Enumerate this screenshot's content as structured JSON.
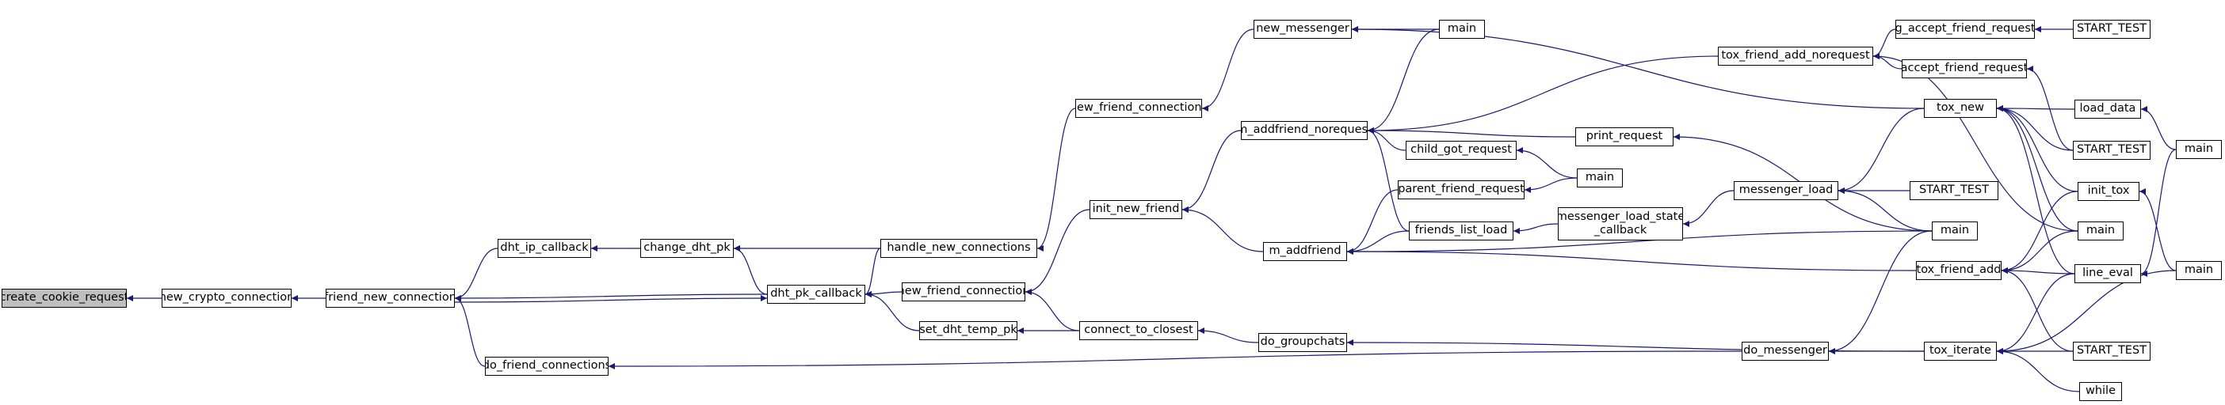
{
  "colors": {
    "edge": "#191970",
    "node_border": "#000000",
    "node_fill": "#ffffff",
    "root_fill": "#bfbfbf"
  },
  "nodes": [
    {
      "id": "create_cookie_request",
      "label": "create_cookie_request",
      "root": true
    },
    {
      "id": "new_crypto_connection",
      "label": "new_crypto_connection"
    },
    {
      "id": "friend_new_connection",
      "label": "friend_new_connection"
    },
    {
      "id": "dht_ip_callback",
      "label": "dht_ip_callback"
    },
    {
      "id": "change_dht_pk",
      "label": "change_dht_pk"
    },
    {
      "id": "dht_pk_callback",
      "label": "dht_pk_callback"
    },
    {
      "id": "do_friend_connections",
      "label": "do_friend_connections"
    },
    {
      "id": "handle_new_connections",
      "label": "handle_new_connections"
    },
    {
      "id": "new_friend_connection",
      "label": "new_friend_connection"
    },
    {
      "id": "set_dht_temp_pk",
      "label": "set_dht_temp_pk"
    },
    {
      "id": "new_friend_connections",
      "label": "new_friend_connections"
    },
    {
      "id": "init_new_friend",
      "label": "init_new_friend"
    },
    {
      "id": "connect_to_closest",
      "label": "connect_to_closest"
    },
    {
      "id": "new_messenger",
      "label": "new_messenger"
    },
    {
      "id": "m_addfriend_norequest",
      "label": "m_addfriend_norequest"
    },
    {
      "id": "m_addfriend",
      "label": "m_addfriend"
    },
    {
      "id": "do_groupchats",
      "label": "do_groupchats"
    },
    {
      "id": "main_a",
      "label": "main"
    },
    {
      "id": "child_got_request",
      "label": "child_got_request"
    },
    {
      "id": "parent_friend_request",
      "label": "parent_friend_request"
    },
    {
      "id": "friends_list_load",
      "label": "friends_list_load"
    },
    {
      "id": "main_b",
      "label": "main"
    },
    {
      "id": "print_request",
      "label": "print_request"
    },
    {
      "id": "messenger_load_state_callback",
      "label": "messenger_load_state\n_callback"
    },
    {
      "id": "tox_friend_add_norequest",
      "label": "tox_friend_add_norequest"
    },
    {
      "id": "messenger_load",
      "label": "messenger_load"
    },
    {
      "id": "do_messenger",
      "label": "do_messenger"
    },
    {
      "id": "main_c",
      "label": "main"
    },
    {
      "id": "tox_friend_add",
      "label": "tox_friend_add"
    },
    {
      "id": "g_accept_friend_request",
      "label": "g_accept_friend_request"
    },
    {
      "id": "accept_friend_request",
      "label": "accept_friend_request"
    },
    {
      "id": "tox_new",
      "label": "tox_new"
    },
    {
      "id": "start_test_1",
      "label": "START_TEST"
    },
    {
      "id": "start_test_2",
      "label": "START_TEST"
    },
    {
      "id": "tox_iterate",
      "label": "tox_iterate"
    },
    {
      "id": "start_test_3",
      "label": "START_TEST"
    },
    {
      "id": "load_data",
      "label": "load_data"
    },
    {
      "id": "start_test_4",
      "label": "START_TEST"
    },
    {
      "id": "init_tox",
      "label": "init_tox"
    },
    {
      "id": "main_d",
      "label": "main"
    },
    {
      "id": "line_eval",
      "label": "line_eval"
    },
    {
      "id": "start_test_5",
      "label": "START_TEST"
    },
    {
      "id": "while",
      "label": "while"
    },
    {
      "id": "main_e",
      "label": "main"
    },
    {
      "id": "main_f",
      "label": "main"
    }
  ],
  "edges": [
    [
      "new_crypto_connection",
      "create_cookie_request"
    ],
    [
      "friend_new_connection",
      "new_crypto_connection"
    ],
    [
      "dht_ip_callback",
      "friend_new_connection"
    ],
    [
      "dht_pk_callback",
      "friend_new_connection"
    ],
    [
      "friend_new_connection",
      "dht_pk_callback"
    ],
    [
      "do_friend_connections",
      "friend_new_connection"
    ],
    [
      "change_dht_pk",
      "dht_ip_callback"
    ],
    [
      "dht_pk_callback",
      "change_dht_pk"
    ],
    [
      "handle_new_connections",
      "change_dht_pk"
    ],
    [
      "handle_new_connections",
      "dht_pk_callback"
    ],
    [
      "new_friend_connection",
      "dht_pk_callback"
    ],
    [
      "set_dht_temp_pk",
      "dht_pk_callback"
    ],
    [
      "do_messenger",
      "do_friend_connections"
    ],
    [
      "new_friend_connections",
      "handle_new_connections"
    ],
    [
      "init_new_friend",
      "new_friend_connection"
    ],
    [
      "connect_to_closest",
      "new_friend_connection"
    ],
    [
      "connect_to_closest",
      "set_dht_temp_pk"
    ],
    [
      "new_messenger",
      "new_friend_connections"
    ],
    [
      "m_addfriend_norequest",
      "init_new_friend"
    ],
    [
      "m_addfriend",
      "init_new_friend"
    ],
    [
      "do_groupchats",
      "connect_to_closest"
    ],
    [
      "main_a",
      "new_messenger"
    ],
    [
      "tox_new",
      "new_messenger"
    ],
    [
      "main_a",
      "m_addfriend_norequest"
    ],
    [
      "tox_friend_add_norequest",
      "m_addfriend_norequest"
    ],
    [
      "print_request",
      "m_addfriend_norequest"
    ],
    [
      "child_got_request",
      "m_addfriend_norequest"
    ],
    [
      "friends_list_load",
      "m_addfriend_norequest"
    ],
    [
      "parent_friend_request",
      "m_addfriend"
    ],
    [
      "friends_list_load",
      "m_addfriend"
    ],
    [
      "main_c",
      "m_addfriend"
    ],
    [
      "tox_friend_add",
      "m_addfriend"
    ],
    [
      "tox_iterate",
      "do_groupchats"
    ],
    [
      "main_b",
      "child_got_request"
    ],
    [
      "main_b",
      "parent_friend_request"
    ],
    [
      "messenger_load_state_callback",
      "friends_list_load"
    ],
    [
      "main_c",
      "print_request"
    ],
    [
      "messenger_load",
      "messenger_load_state_callback"
    ],
    [
      "g_accept_friend_request",
      "tox_friend_add_norequest"
    ],
    [
      "accept_friend_request",
      "tox_friend_add_norequest"
    ],
    [
      "main_d",
      "tox_friend_add_norequest"
    ],
    [
      "tox_new",
      "messenger_load"
    ],
    [
      "start_test_3",
      "messenger_load"
    ],
    [
      "main_c",
      "messenger_load"
    ],
    [
      "main_c",
      "do_messenger"
    ],
    [
      "tox_iterate",
      "do_messenger"
    ],
    [
      "start_test_1",
      "g_accept_friend_request"
    ],
    [
      "start_test_2",
      "accept_friend_request"
    ],
    [
      "load_data",
      "tox_new"
    ],
    [
      "start_test_2",
      "tox_new"
    ],
    [
      "init_tox",
      "tox_new"
    ],
    [
      "main_d",
      "tox_new"
    ],
    [
      "line_eval",
      "tox_new"
    ],
    [
      "init_tox",
      "tox_friend_add"
    ],
    [
      "main_d",
      "tox_friend_add"
    ],
    [
      "line_eval",
      "tox_friend_add"
    ],
    [
      "start_test_4",
      "tox_friend_add"
    ],
    [
      "line_eval",
      "tox_iterate"
    ],
    [
      "main_f",
      "tox_iterate"
    ],
    [
      "start_test_5",
      "tox_iterate"
    ],
    [
      "while",
      "tox_iterate"
    ],
    [
      "main_e",
      "load_data"
    ],
    [
      "main_f",
      "init_tox"
    ],
    [
      "main_e",
      "line_eval"
    ]
  ]
}
